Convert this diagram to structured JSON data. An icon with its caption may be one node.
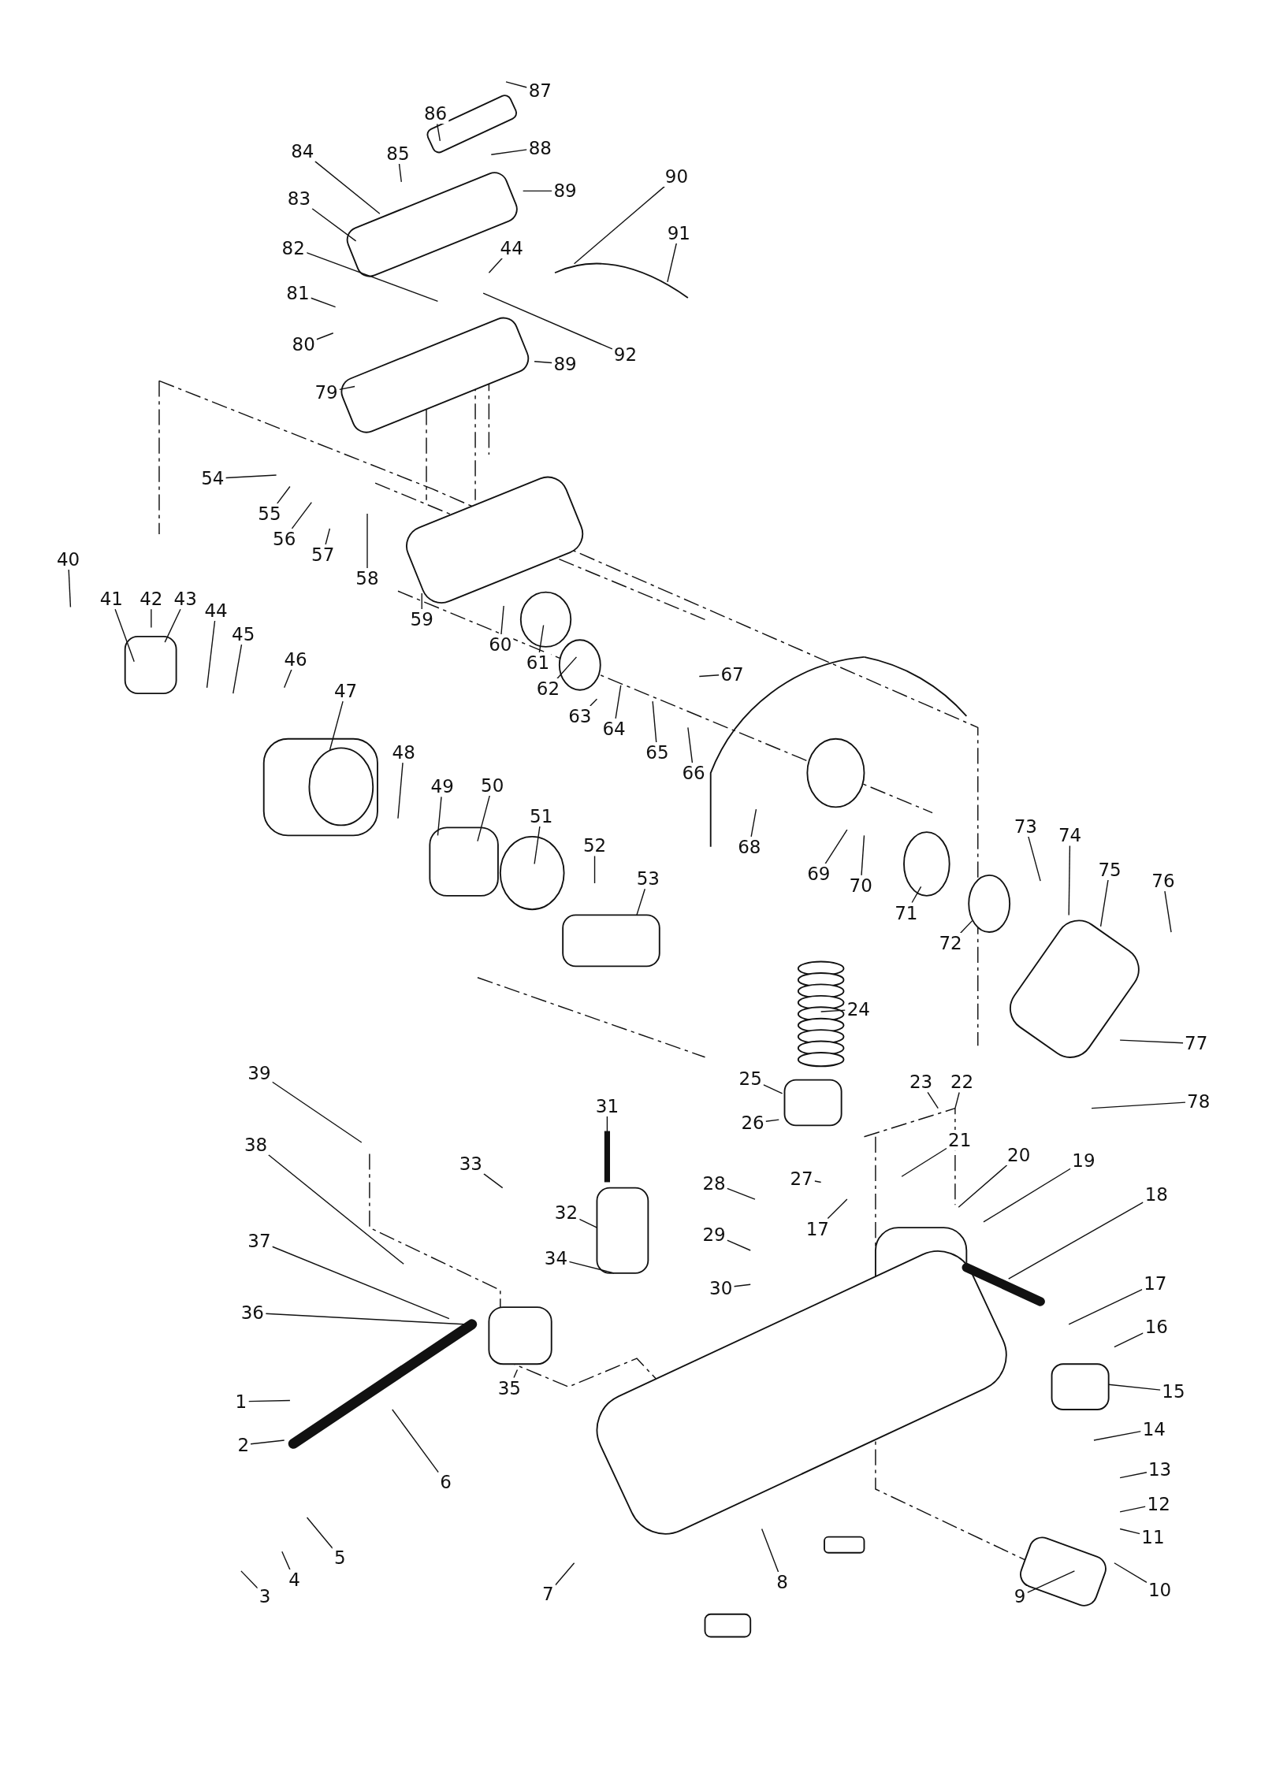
{
  "diagram": {
    "nodes": [
      {
        "text": [
          "87"
        ]
      },
      {
        "text": [
          "86"
        ]
      },
      {
        "text": [
          "85"
        ]
      },
      {
        "text": [
          "88"
        ]
      },
      {
        "text": [
          "84"
        ]
      },
      {
        "text": [
          "89"
        ]
      },
      {
        "text": [
          "83"
        ]
      },
      {
        "text": [
          "90"
        ]
      },
      {
        "text": [
          "91"
        ]
      },
      {
        "text": [
          "44"
        ]
      },
      {
        "text": [
          "82"
        ]
      },
      {
        "text": [
          "81"
        ]
      },
      {
        "text": [
          "92"
        ]
      },
      {
        "text": [
          "80"
        ]
      },
      {
        "text": [
          "89"
        ]
      },
      {
        "text": [
          "79"
        ]
      },
      {
        "text": [
          "54"
        ]
      },
      {
        "text": [
          "55"
        ]
      },
      {
        "text": [
          "56"
        ]
      },
      {
        "text": [
          "57"
        ]
      },
      {
        "text": [
          "58"
        ]
      },
      {
        "text": [
          "59"
        ]
      },
      {
        "text": [
          "60"
        ]
      },
      {
        "text": [
          "61"
        ]
      },
      {
        "text": [
          "62"
        ]
      },
      {
        "text": [
          "63"
        ]
      },
      {
        "text": [
          "64"
        ]
      },
      {
        "text": [
          "65"
        ]
      },
      {
        "text": [
          "66"
        ]
      },
      {
        "text": [
          "67"
        ]
      },
      {
        "text": [
          "40"
        ]
      },
      {
        "text": [
          "41"
        ]
      },
      {
        "text": [
          "42"
        ]
      },
      {
        "text": [
          "43"
        ]
      },
      {
        "text": [
          "44"
        ]
      },
      {
        "text": [
          "45"
        ]
      },
      {
        "text": [
          "46"
        ]
      },
      {
        "text": [
          "47"
        ]
      },
      {
        "text": [
          "48"
        ]
      },
      {
        "text": [
          "49"
        ]
      },
      {
        "text": [
          "50"
        ]
      },
      {
        "text": [
          "51"
        ]
      },
      {
        "text": [
          "52"
        ]
      },
      {
        "text": [
          "53"
        ]
      },
      {
        "text": [
          "68"
        ]
      },
      {
        "text": [
          "69"
        ]
      },
      {
        "text": [
          "70"
        ]
      },
      {
        "text": [
          "71"
        ]
      },
      {
        "text": [
          "72"
        ]
      },
      {
        "text": [
          "73"
        ]
      },
      {
        "text": [
          "74"
        ]
      },
      {
        "text": [
          "75"
        ]
      },
      {
        "text": [
          "76"
        ]
      },
      {
        "text": [
          "77"
        ]
      },
      {
        "text": [
          "78"
        ]
      },
      {
        "text": [
          "24"
        ]
      },
      {
        "text": [
          "22"
        ]
      },
      {
        "text": [
          "23"
        ]
      },
      {
        "text": [
          "25"
        ]
      },
      {
        "text": [
          "26"
        ]
      },
      {
        "text": [
          "21"
        ]
      },
      {
        "text": [
          "20"
        ]
      },
      {
        "text": [
          "19"
        ]
      },
      {
        "text": [
          "18"
        ]
      },
      {
        "text": [
          "31"
        ]
      },
      {
        "text": [
          "33"
        ]
      },
      {
        "text": [
          "27"
        ]
      },
      {
        "text": [
          "28"
        ]
      },
      {
        "text": [
          "17"
        ]
      },
      {
        "text": [
          "32"
        ]
      },
      {
        "text": [
          "29"
        ]
      },
      {
        "text": [
          "17"
        ]
      },
      {
        "text": [
          "16"
        ]
      },
      {
        "text": [
          "34"
        ]
      },
      {
        "text": [
          "30"
        ]
      },
      {
        "text": [
          "39"
        ]
      },
      {
        "text": [
          "38"
        ]
      },
      {
        "text": [
          "37"
        ]
      },
      {
        "text": [
          "36"
        ]
      },
      {
        "text": [
          "35"
        ]
      },
      {
        "text": [
          "15"
        ]
      },
      {
        "text": [
          "14"
        ]
      },
      {
        "text": [
          "1"
        ]
      },
      {
        "text": [
          "2"
        ]
      },
      {
        "text": [
          "6"
        ]
      },
      {
        "text": [
          "13"
        ]
      },
      {
        "text": [
          "12"
        ]
      },
      {
        "text": [
          "11"
        ]
      },
      {
        "text": [
          "5"
        ]
      },
      {
        "text": [
          "10"
        ]
      },
      {
        "text": [
          "3"
        ]
      },
      {
        "text": [
          "4"
        ]
      },
      {
        "text": [
          "7"
        ]
      },
      {
        "text": [
          "8"
        ]
      },
      {
        "text": [
          "9"
        ]
      }
    ],
    "edges": [
      {
        "from": 0,
        "to": null,
        "arrow": "none"
      },
      {
        "from": 1,
        "to": null,
        "arrow": "none"
      },
      {
        "from": 2,
        "to": null,
        "arrow": "none"
      },
      {
        "from": 3,
        "to": null,
        "arrow": "none"
      },
      {
        "from": 4,
        "to": null,
        "arrow": "none"
      },
      {
        "from": 5,
        "to": null,
        "arrow": "none"
      },
      {
        "from": 6,
        "to": null,
        "arrow": "none"
      },
      {
        "from": 7,
        "to": null,
        "arrow": "none"
      },
      {
        "from": 8,
        "to": null,
        "arrow": "none"
      },
      {
        "from": 9,
        "to": null,
        "arrow": "none"
      },
      {
        "from": 10,
        "to": null,
        "arrow": "none"
      },
      {
        "from": 11,
        "to": null,
        "arrow": "none"
      },
      {
        "from": 12,
        "to": null,
        "arrow": "none"
      },
      {
        "from": 13,
        "to": null,
        "arrow": "none"
      },
      {
        "from": 14,
        "to": null,
        "arrow": "none"
      },
      {
        "from": 15,
        "to": null,
        "arrow": "none"
      },
      {
        "from": 16,
        "to": null,
        "arrow": "none"
      },
      {
        "from": 17,
        "to": null,
        "arrow": "none"
      },
      {
        "from": 18,
        "to": null,
        "arrow": "none"
      },
      {
        "from": 19,
        "to": null,
        "arrow": "none"
      },
      {
        "from": 20,
        "to": null,
        "arrow": "none"
      },
      {
        "from": 21,
        "to": null,
        "arrow": "none"
      },
      {
        "from": 22,
        "to": null,
        "arrow": "none"
      },
      {
        "from": 23,
        "to": null,
        "arrow": "none"
      },
      {
        "from": 24,
        "to": null,
        "arrow": "none"
      },
      {
        "from": 25,
        "to": null,
        "arrow": "none"
      },
      {
        "from": 26,
        "to": null,
        "arrow": "none"
      },
      {
        "from": 27,
        "to": null,
        "arrow": "none"
      },
      {
        "from": 28,
        "to": null,
        "arrow": "none"
      },
      {
        "from": 29,
        "to": null,
        "arrow": "none"
      },
      {
        "from": 30,
        "to": null,
        "arrow": "none"
      },
      {
        "from": 31,
        "to": null,
        "arrow": "none"
      },
      {
        "from": 32,
        "to": null,
        "arrow": "none"
      },
      {
        "from": 33,
        "to": null,
        "arrow": "none"
      },
      {
        "from": 34,
        "to": null,
        "arrow": "none"
      },
      {
        "from": 35,
        "to": null,
        "arrow": "none"
      },
      {
        "from": 36,
        "to": null,
        "arrow": "none"
      },
      {
        "from": 37,
        "to": null,
        "arrow": "none"
      },
      {
        "from": 38,
        "to": null,
        "arrow": "none"
      },
      {
        "from": 39,
        "to": null,
        "arrow": "none"
      },
      {
        "from": 40,
        "to": null,
        "arrow": "none"
      },
      {
        "from": 41,
        "to": null,
        "arrow": "none"
      },
      {
        "from": 42,
        "to": null,
        "arrow": "none"
      },
      {
        "from": 43,
        "to": null,
        "arrow": "none"
      },
      {
        "from": 44,
        "to": null,
        "arrow": "none"
      },
      {
        "from": 45,
        "to": null,
        "arrow": "none"
      },
      {
        "from": 46,
        "to": null,
        "arrow": "none"
      },
      {
        "from": 47,
        "to": null,
        "arrow": "none"
      },
      {
        "from": 48,
        "to": null,
        "arrow": "none"
      },
      {
        "from": 49,
        "to": null,
        "arrow": "none"
      },
      {
        "from": 50,
        "to": null,
        "arrow": "none"
      },
      {
        "from": 51,
        "to": null,
        "arrow": "none"
      },
      {
        "from": 52,
        "to": null,
        "arrow": "none"
      },
      {
        "from": 53,
        "to": null,
        "arrow": "none"
      },
      {
        "from": 54,
        "to": null,
        "arrow": "none"
      },
      {
        "from": 55,
        "to": null,
        "arrow": "none"
      },
      {
        "from": 56,
        "to": null,
        "arrow": "none"
      },
      {
        "from": 57,
        "to": null,
        "arrow": "none"
      },
      {
        "from": 58,
        "to": null,
        "arrow": "none"
      },
      {
        "from": 59,
        "to": null,
        "arrow": "none"
      },
      {
        "from": 60,
        "to": null,
        "arrow": "none"
      },
      {
        "from": 61,
        "to": null,
        "arrow": "none"
      },
      {
        "from": 62,
        "to": null,
        "arrow": "none"
      },
      {
        "from": 63,
        "to": null,
        "arrow": "none"
      },
      {
        "from": 64,
        "to": null,
        "arrow": "none"
      },
      {
        "from": 65,
        "to": null,
        "arrow": "none"
      },
      {
        "from": 66,
        "to": null,
        "arrow": "none"
      },
      {
        "from": 67,
        "to": null,
        "arrow": "none"
      },
      {
        "from": 68,
        "to": null,
        "arrow": "none"
      },
      {
        "from": 69,
        "to": null,
        "arrow": "none"
      },
      {
        "from": 70,
        "to": null,
        "arrow": "none"
      },
      {
        "from": 71,
        "to": null,
        "arrow": "none"
      },
      {
        "from": 72,
        "to": null,
        "arrow": "none"
      },
      {
        "from": 73,
        "to": null,
        "arrow": "none"
      },
      {
        "from": 74,
        "to": null,
        "arrow": "none"
      },
      {
        "from": 75,
        "to": null,
        "arrow": "none"
      },
      {
        "from": 76,
        "to": null,
        "arrow": "none"
      },
      {
        "from": 77,
        "to": null,
        "arrow": "none"
      },
      {
        "from": 78,
        "to": null,
        "arrow": "none"
      },
      {
        "from": 79,
        "to": null,
        "arrow": "none"
      },
      {
        "from": 80,
        "to": null,
        "arrow": "none"
      },
      {
        "from": 81,
        "to": null,
        "arrow": "none"
      },
      {
        "from": 82,
        "to": null,
        "arrow": "none"
      },
      {
        "from": 83,
        "to": null,
        "arrow": "none"
      },
      {
        "from": 84,
        "to": null,
        "arrow": "none"
      },
      {
        "from": 85,
        "to": null,
        "arrow": "none"
      },
      {
        "from": 86,
        "to": null,
        "arrow": "none"
      },
      {
        "from": 87,
        "to": null,
        "arrow": "none"
      },
      {
        "from": 88,
        "to": null,
        "arrow": "none"
      },
      {
        "from": 89,
        "to": null,
        "arrow": "none"
      },
      {
        "from": 90,
        "to": null,
        "arrow": "none"
      },
      {
        "from": 91,
        "to": null,
        "arrow": "none"
      },
      {
        "from": 92,
        "to": null,
        "arrow": "none"
      },
      {
        "from": 93,
        "to": null,
        "arrow": "none"
      },
      {
        "from": 94,
        "to": null,
        "arrow": "none"
      }
    ]
  }
}
